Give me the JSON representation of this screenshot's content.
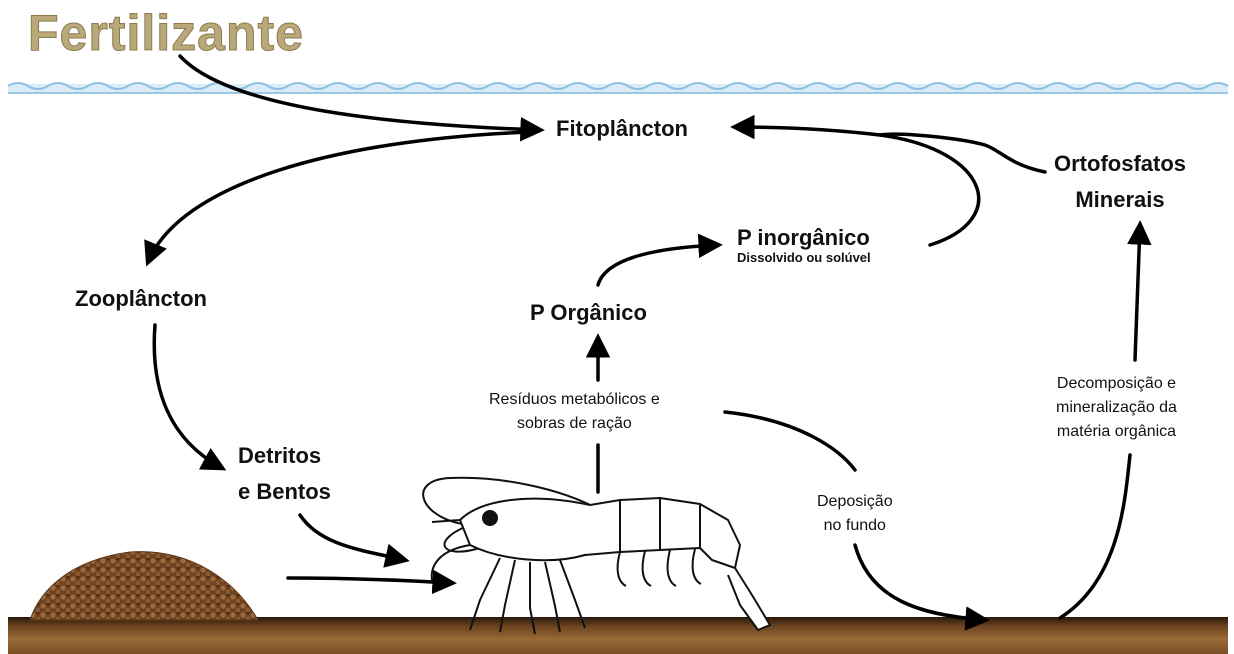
{
  "title": "Fertilizante",
  "nodes": {
    "fitoplancton": "Fitoplâncton",
    "ortofosfatos_line1": "Ortofosfatos",
    "ortofosfatos_line2": "Minerais",
    "p_inorganico": "P inorgânico",
    "p_inorganico_sub": "Dissolvido ou solúvel",
    "p_organico": "P Orgânico",
    "zooplancton": "Zooplâncton",
    "detritos_line1": "Detritos",
    "detritos_line2": "e Bentos"
  },
  "notes": {
    "residuos_line1": "Resíduos metabólicos e",
    "residuos_line2": "sobras de ração",
    "deposicao_line1": "Deposição",
    "deposicao_line2": "no fundo",
    "decomp_line1": "Decomposição e",
    "decomp_line2": "mineralização da",
    "decomp_line3": "matéria orgânica"
  },
  "colors": {
    "water_line": "#9cc8e0",
    "water_fill": "#d9ecf7",
    "sediment": "#8a5a2b",
    "sediment_dark": "#3a2412",
    "feed_pellets": "#7a4a22",
    "arrow": "#000000"
  },
  "icons": {
    "shrimp": "shrimp-illustration",
    "feed": "feed-pellet-pile"
  }
}
